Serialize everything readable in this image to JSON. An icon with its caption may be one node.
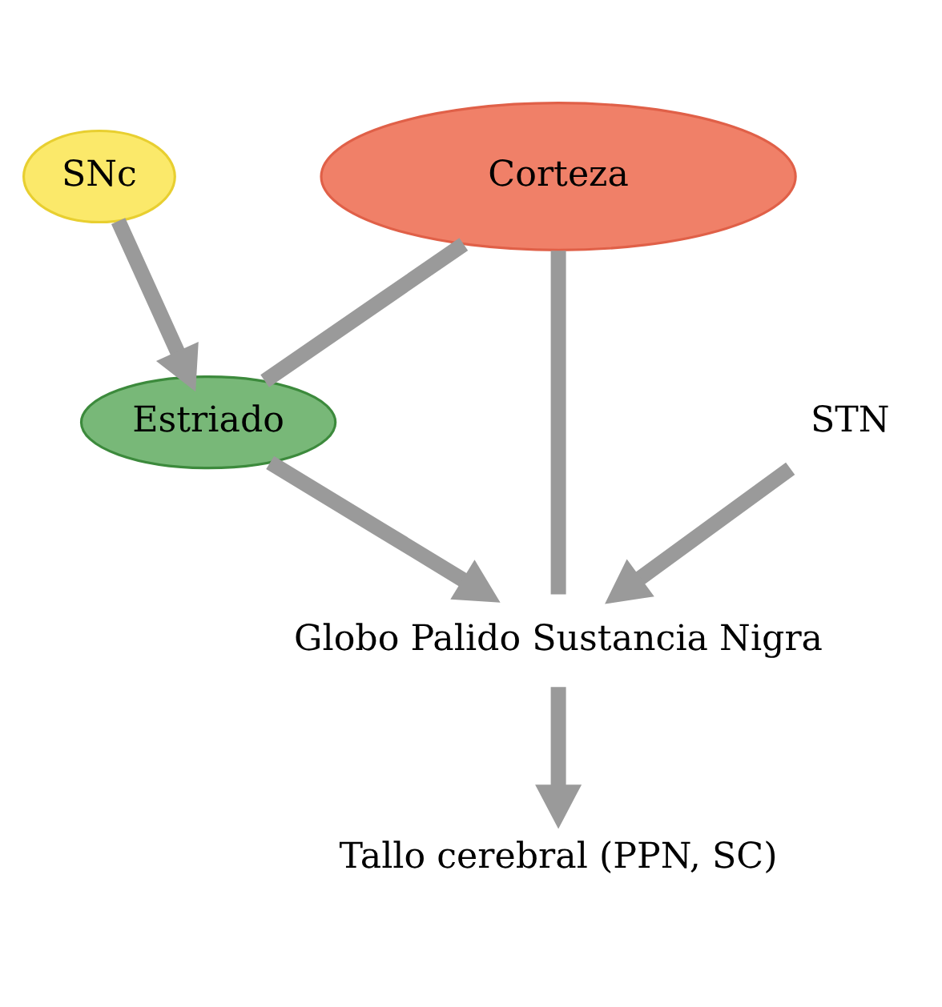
{
  "diagram": {
    "nodes": [
      {
        "text": [
          "Corteza"
        ]
      },
      {
        "text": [
          "Estriado"
        ]
      },
      {
        "text": [
          "Globo Palido Sustancia Nigra"
        ]
      },
      {
        "text": [
          "SNc"
        ]
      },
      {
        "text": [
          "Tallo cerebral (PPN, SC)"
        ]
      },
      {
        "text": [
          "STN"
        ]
      }
    ],
    "edges": [
      {
        "from": 0,
        "to": 1,
        "arrow": "none"
      },
      {
        "from": 2,
        "to": 0,
        "arrow": "none"
      },
      {
        "from": 1,
        "to": 2,
        "arrow": "to"
      },
      {
        "from": 3,
        "to": 1,
        "arrow": "to"
      },
      {
        "from": 2,
        "to": 4,
        "arrow": "to"
      },
      {
        "from": 5,
        "to": 2,
        "arrow": "to"
      }
    ]
  }
}
